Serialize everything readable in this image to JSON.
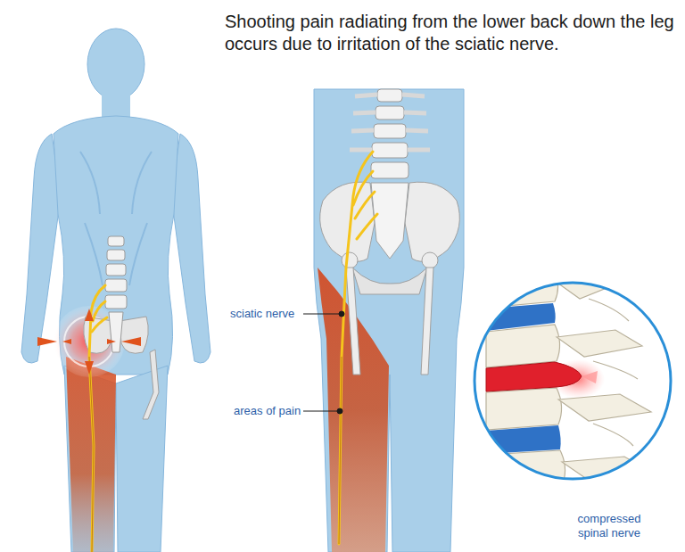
{
  "diagram": {
    "title": "Shooting pain radiating from the lower back down the leg occurs due to irritation of the sciatic nerve.",
    "labels": [
      "sciatic nerve",
      "areas of pain",
      "compressed spinal nerve"
    ]
  }
}
